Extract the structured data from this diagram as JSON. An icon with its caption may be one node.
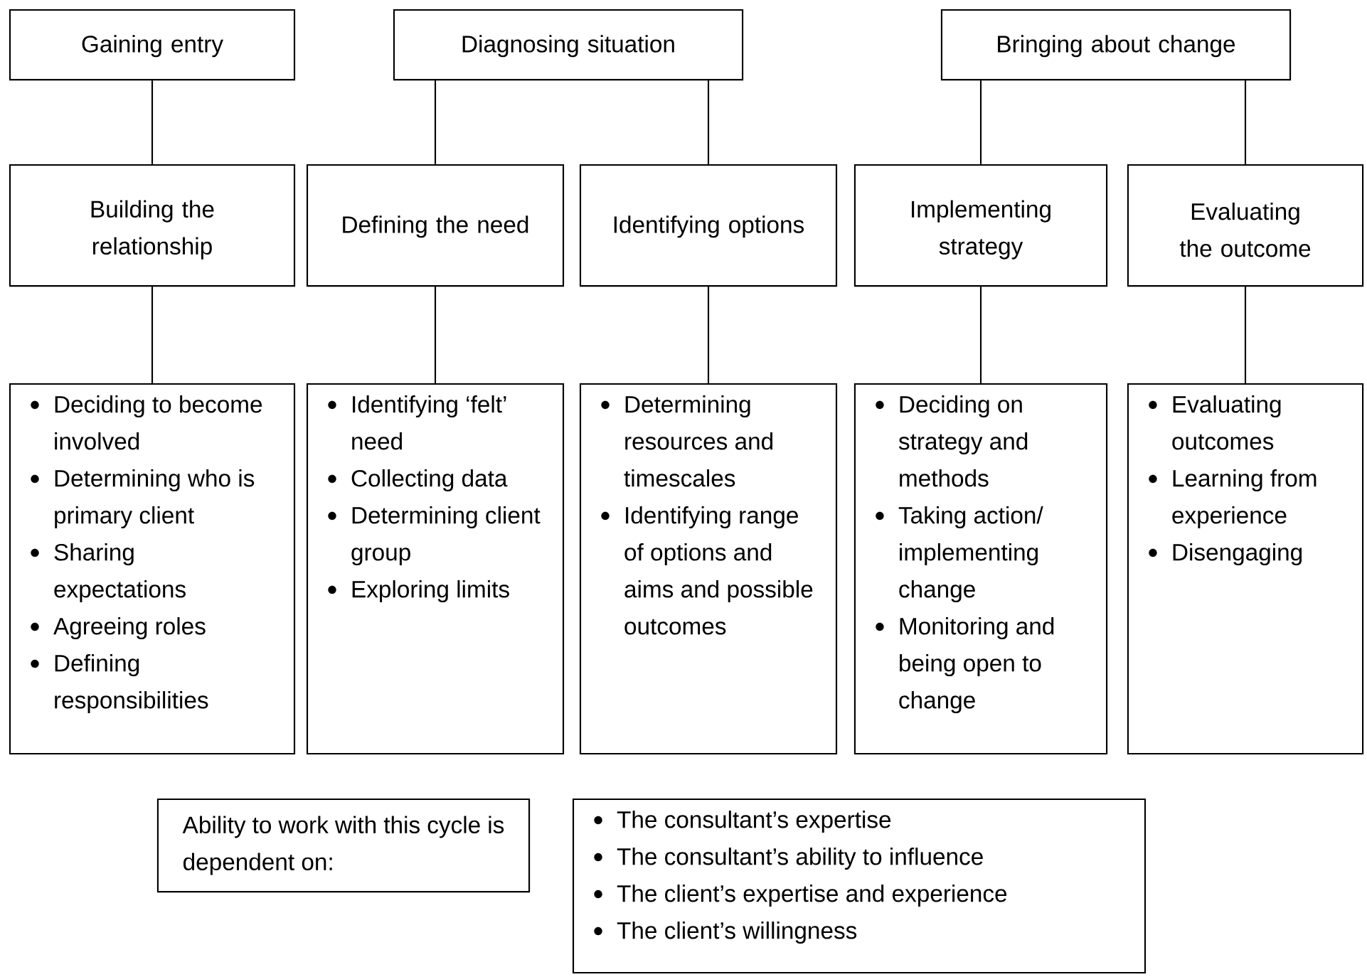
{
  "diagram": {
    "nodes": [
      {
        "text": [
          "Gaining entry"
        ]
      },
      {
        "text": [
          "Diagnosing situation"
        ]
      },
      {
        "text": [
          "Bringing about change"
        ]
      },
      {
        "text": [
          "Building the relationship"
        ]
      },
      {
        "text": [
          "Defining the need"
        ]
      },
      {
        "text": [
          "Identifying options"
        ]
      },
      {
        "text": [
          "Implementing strategy"
        ]
      },
      {
        "text": [
          "Evaluating the outcome"
        ]
      },
      {
        "text": [
          "Deciding to become involved",
          "Determining who is primary client",
          "Sharing expectations",
          "Agreeing roles",
          "Defining responsibilities"
        ]
      },
      {
        "text": [
          "Identifying ‘felt’ need",
          "Collecting data",
          "Determining client group",
          "Exploring limits"
        ]
      },
      {
        "text": [
          "Determining resources and timescales",
          "Identifying range of options and aims and possible outcomes"
        ]
      },
      {
        "text": [
          "Deciding on strategy and methods",
          "Taking action/ implementing change",
          "Monitoring and being open to change"
        ]
      },
      {
        "text": [
          "Evaluating outcomes",
          "Learning from experience",
          "Disengaging"
        ]
      },
      {
        "text": [
          "Ability to work with this cycle is dependent on:"
        ]
      },
      {
        "text": [
          "The consultant’s expertise",
          "The consultant’s ability to influence",
          "The client’s expertise and experience",
          "The client’s willingness"
        ]
      }
    ],
    "edges": [
      {
        "from": 0,
        "to": 3,
        "arrow": "none"
      },
      {
        "from": 1,
        "to": 4,
        "arrow": "none"
      },
      {
        "from": 1,
        "to": 5,
        "arrow": "none"
      },
      {
        "from": 2,
        "to": 6,
        "arrow": "none"
      },
      {
        "from": 2,
        "to": 7,
        "arrow": "none"
      },
      {
        "from": 3,
        "to": 8,
        "arrow": "none"
      },
      {
        "from": 4,
        "to": 9,
        "arrow": "none"
      },
      {
        "from": 5,
        "to": 10,
        "arrow": "none"
      },
      {
        "from": 6,
        "to": 11,
        "arrow": "none"
      },
      {
        "from": 7,
        "to": 12,
        "arrow": "none"
      }
    ]
  }
}
